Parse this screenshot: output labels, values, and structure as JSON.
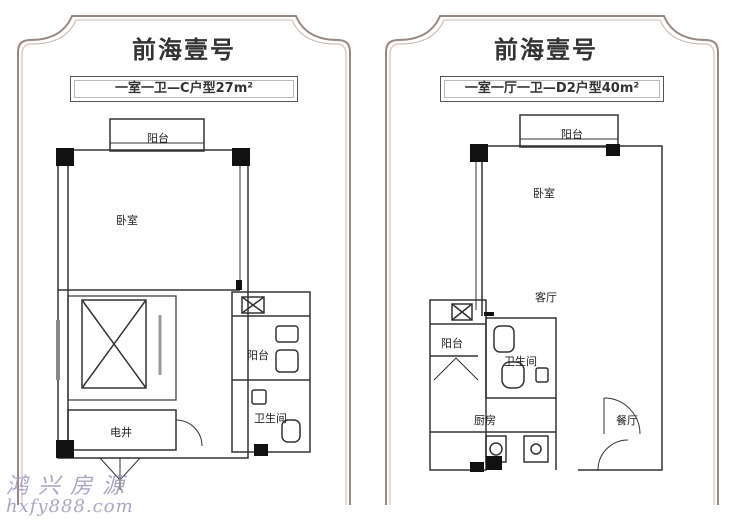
{
  "left_plan": {
    "title": "前海壹号",
    "subtitle_text": "一室一卫—C户型27",
    "subtitle_unit": "m²",
    "rooms": {
      "balcony_top": "阳台",
      "bedroom": "卧室",
      "balcony_side": "阳台",
      "bathroom": "卫生间",
      "shaft": "电井"
    }
  },
  "right_plan": {
    "title": "前海壹号",
    "subtitle_text": "一室一厅一卫—D2户型40",
    "subtitle_unit": "m²",
    "rooms": {
      "balcony_top": "阳台",
      "bedroom": "卧室",
      "living": "客厅",
      "balcony_side": "阳台",
      "bathroom": "卫生间",
      "kitchen": "厨房",
      "dining": "餐厅"
    }
  },
  "watermark": {
    "brand": "鸿兴房源",
    "url": "hxfy888.com"
  }
}
